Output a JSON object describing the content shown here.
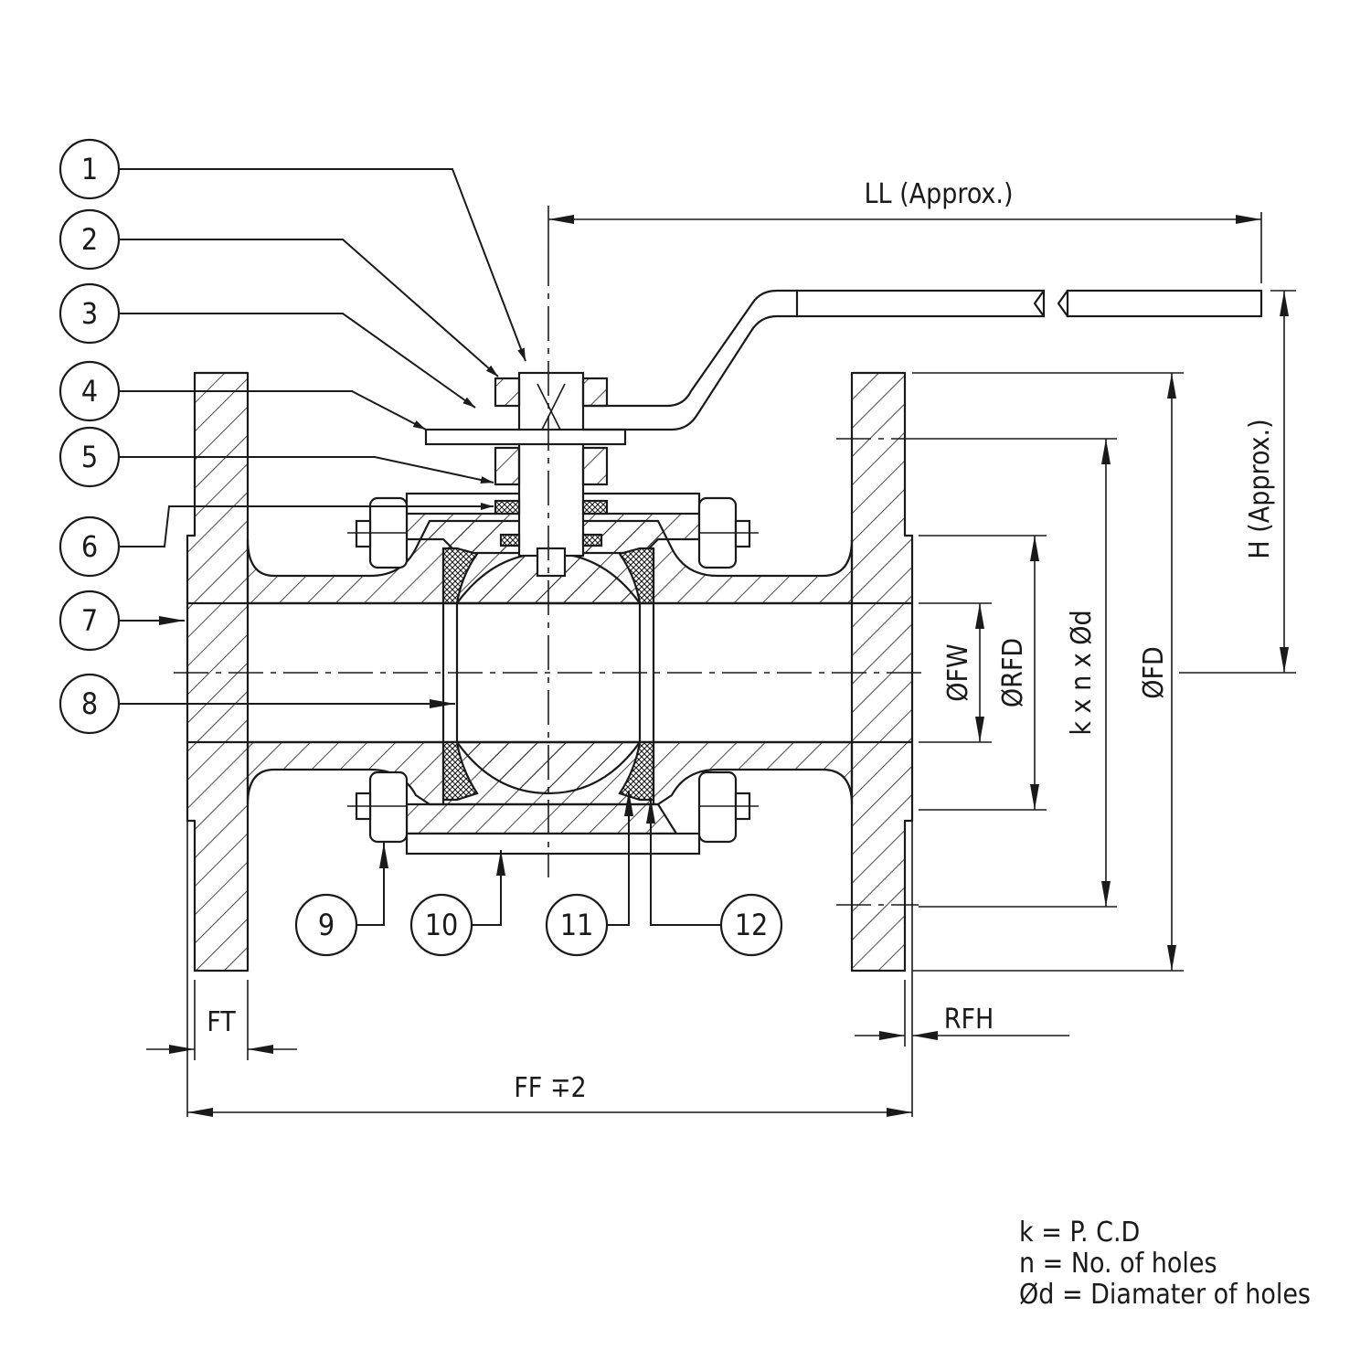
{
  "balloons": {
    "b1": "1",
    "b2": "2",
    "b3": "3",
    "b4": "4",
    "b5": "5",
    "b6": "6",
    "b7": "7",
    "b8": "8",
    "b9": "9",
    "b10": "10",
    "b11": "11",
    "b12": "12"
  },
  "dimensions": {
    "ll": "LL (Approx.)",
    "h": "H (Approx.)",
    "fw": "ØFW",
    "rfd": "ØRFD",
    "knd": "k x n x Ød",
    "fd": "ØFD",
    "ft": "FT",
    "rfh": "RFH",
    "ff": "FF ∓2"
  },
  "notes": {
    "k": "k = P. C.D",
    "n": "n = No. of holes",
    "d": "Ød = Diamater of holes"
  }
}
